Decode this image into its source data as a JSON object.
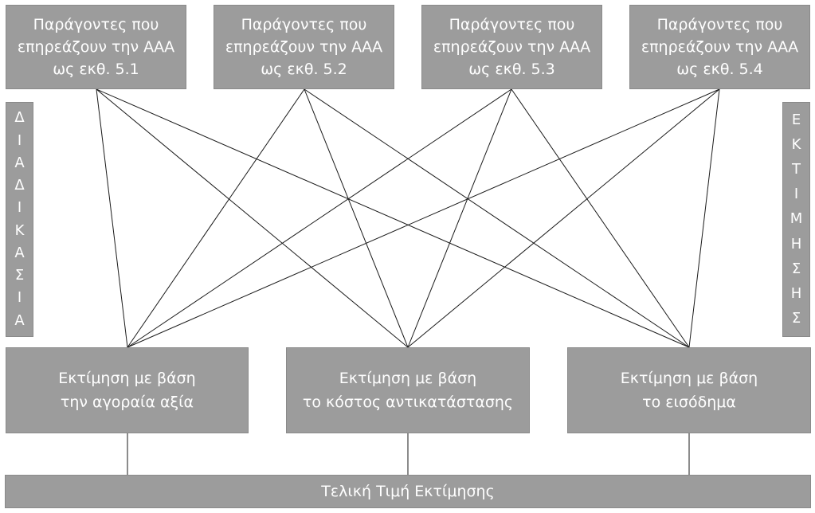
{
  "factors": [
    {
      "lines": [
        "Παράγοντες που",
        "επηρεάζουν την ΑΑΑ",
        "ως εκθ. 5.1"
      ]
    },
    {
      "lines": [
        "Παράγοντες που",
        "επηρεάζουν την ΑΑΑ",
        "ως εκθ. 5.2"
      ]
    },
    {
      "lines": [
        "Παράγοντες που",
        "επηρεάζουν την ΑΑΑ",
        "ως εκθ. 5.3"
      ]
    },
    {
      "lines": [
        "Παράγοντες που",
        "επηρεάζουν την ΑΑΑ",
        "ως εκθ. 5.4"
      ]
    }
  ],
  "methods": [
    {
      "lines": [
        "Εκτίμηση με βάση",
        "την αγοραία αξία"
      ]
    },
    {
      "lines": [
        "Εκτίμηση με βάση",
        "το κόστος αντικατάστασης"
      ]
    },
    {
      "lines": [
        "Εκτίμηση με βάση",
        "το εισόδημα"
      ]
    }
  ],
  "final_label": "Τελική Τιμή Εκτίμησης",
  "left_vertical": [
    "Δ",
    "Ι",
    "Α",
    "Δ",
    "Ι",
    "Κ",
    "Α",
    "Σ",
    "Ι",
    "Α"
  ],
  "right_vertical": [
    "Ε",
    "Κ",
    "Τ",
    "Ι",
    "Μ",
    "Η",
    "Σ",
    "Η",
    "Σ"
  ],
  "colors": {
    "box_fill": "#9c9c9c",
    "box_text": "#ffffff",
    "line": "#1a1a1a"
  }
}
